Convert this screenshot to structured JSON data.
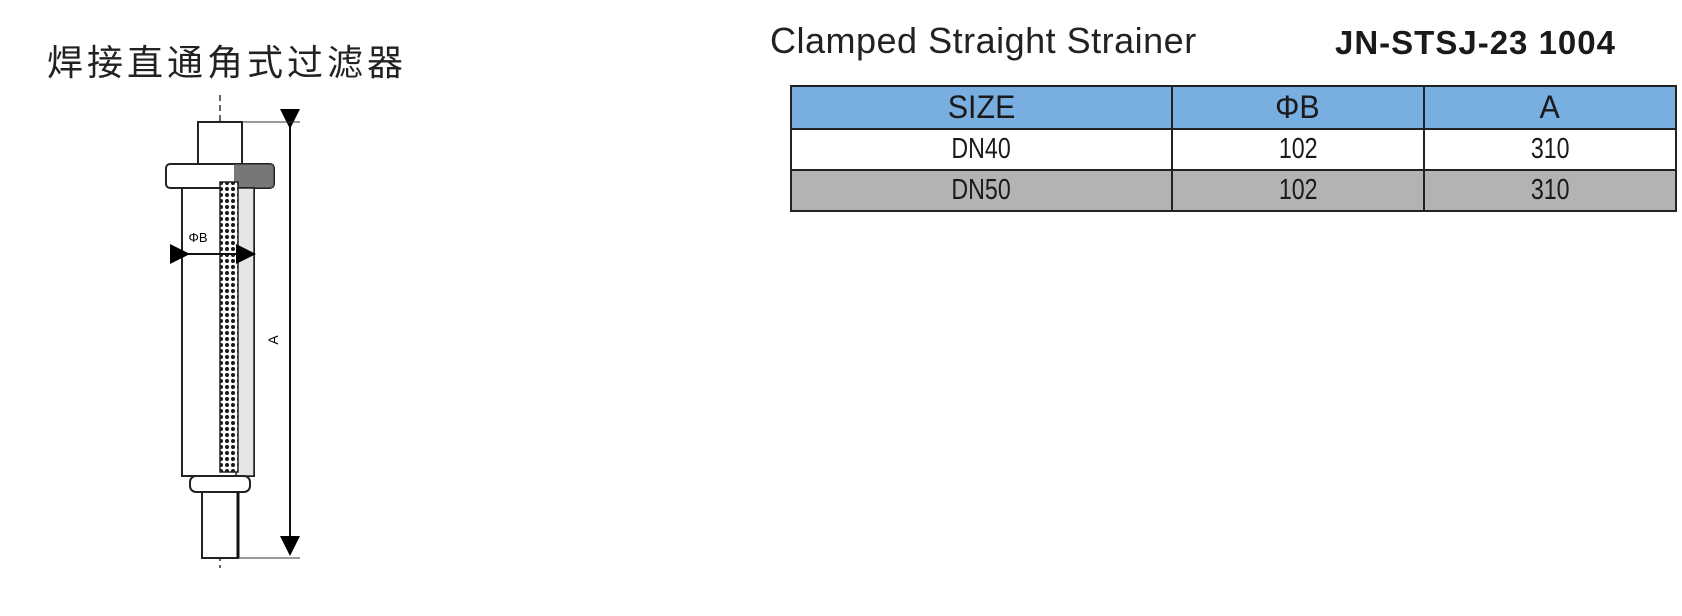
{
  "header": {
    "title_cn": "焊接直通角式过滤器",
    "title_en": "Clamped Straight Strainer",
    "model_code": "JN-STSJ-23  1004"
  },
  "drawing": {
    "label_diameter": "ΦB",
    "label_length": "A"
  },
  "table": {
    "headers": [
      "SIZE",
      "ΦB",
      "A"
    ],
    "rows": [
      [
        "DN40",
        "102",
        "310"
      ],
      [
        "DN50",
        "102",
        "310"
      ]
    ],
    "header_color": "#78aee0",
    "alt_row_color": "#b3b3b3"
  }
}
